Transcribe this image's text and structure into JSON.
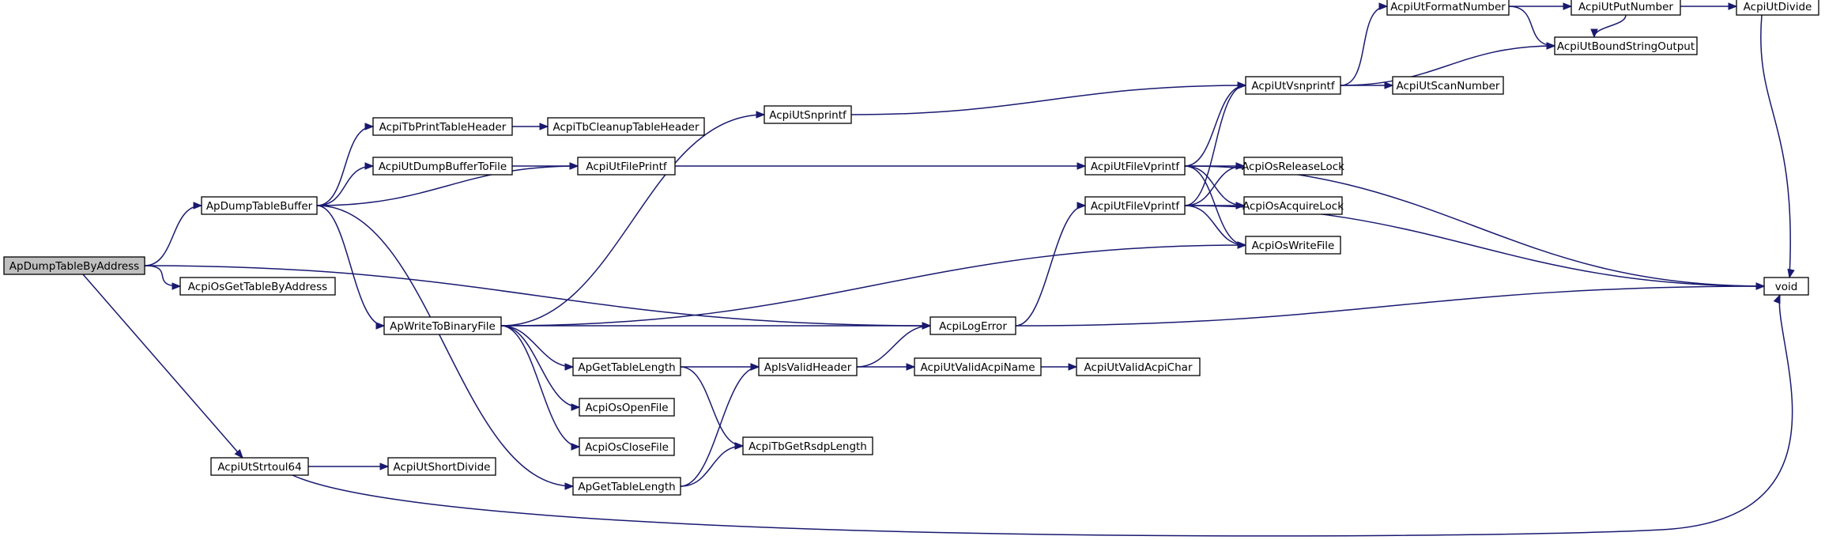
{
  "graph": {
    "edge_color": "#191970",
    "root_fill": "#bfbfbf",
    "nodes": [
      {
        "id": "root",
        "label": "ApDumpTableByAddress"
      },
      {
        "id": "dumpbuf",
        "label": "ApDumpTableBuffer"
      },
      {
        "id": "osgettbl",
        "label": "AcpiOsGetTableByAddress"
      },
      {
        "id": "strtoul",
        "label": "AcpiUtStrtoul64"
      },
      {
        "id": "printhdr",
        "label": "AcpiTbPrintTableHeader"
      },
      {
        "id": "dumpbuffile",
        "label": "AcpiUtDumpBufferToFile"
      },
      {
        "id": "tbcleanup",
        "label": "AcpiTbCleanupTableHeader"
      },
      {
        "id": "fileprintf",
        "label": "AcpiUtFilePrintf"
      },
      {
        "id": "writebin",
        "label": "ApWriteToBinaryFile"
      },
      {
        "id": "gettbllen1",
        "label": "ApGetTableLength"
      },
      {
        "id": "osopen",
        "label": "AcpiOsOpenFile"
      },
      {
        "id": "osclose",
        "label": "AcpiOsCloseFile"
      },
      {
        "id": "gettbllen2",
        "label": "ApGetTableLength"
      },
      {
        "id": "shortdiv",
        "label": "AcpiUtShortDivide"
      },
      {
        "id": "snprintf",
        "label": "AcpiUtSnprintf"
      },
      {
        "id": "isvalidhdr",
        "label": "ApIsValidHeader"
      },
      {
        "id": "rsdplen",
        "label": "AcpiTbGetRsdpLength"
      },
      {
        "id": "logerror",
        "label": "AcpiLogError"
      },
      {
        "id": "validname",
        "label": "AcpiUtValidAcpiName"
      },
      {
        "id": "validchar",
        "label": "AcpiUtValidAcpiChar"
      },
      {
        "id": "filevprintf1",
        "label": "AcpiUtFileVprintf"
      },
      {
        "id": "filevprintf2",
        "label": "AcpiUtFileVprintf"
      },
      {
        "id": "vsnprintf",
        "label": "AcpiUtVsnprintf"
      },
      {
        "id": "releaselock",
        "label": "AcpiOsReleaseLock"
      },
      {
        "id": "acquirelock",
        "label": "AcpiOsAcquireLock"
      },
      {
        "id": "writefile",
        "label": "AcpiOsWriteFile"
      },
      {
        "id": "fmtnum",
        "label": "AcpiUtFormatNumber"
      },
      {
        "id": "scannum",
        "label": "AcpiUtScanNumber"
      },
      {
        "id": "putnum",
        "label": "AcpiUtPutNumber"
      },
      {
        "id": "boundstr",
        "label": "AcpiUtBoundStringOutput"
      },
      {
        "id": "utdivide",
        "label": "AcpiUtDivide"
      },
      {
        "id": "void",
        "label": "void"
      }
    ],
    "edges": [
      [
        "root",
        "dumpbuf"
      ],
      [
        "root",
        "osgettbl"
      ],
      [
        "root",
        "strtoul"
      ],
      [
        "root",
        "logerror"
      ],
      [
        "dumpbuf",
        "printhdr"
      ],
      [
        "dumpbuf",
        "dumpbuffile"
      ],
      [
        "dumpbuf",
        "fileprintf"
      ],
      [
        "dumpbuf",
        "writebin"
      ],
      [
        "dumpbuf",
        "gettbllen2"
      ],
      [
        "printhdr",
        "tbcleanup"
      ],
      [
        "dumpbuffile",
        "fileprintf"
      ],
      [
        "fileprintf",
        "filevprintf1"
      ],
      [
        "writebin",
        "snprintf"
      ],
      [
        "writebin",
        "logerror"
      ],
      [
        "writebin",
        "gettbllen1"
      ],
      [
        "writebin",
        "osopen"
      ],
      [
        "writebin",
        "osclose"
      ],
      [
        "writebin",
        "writefile"
      ],
      [
        "gettbllen1",
        "isvalidhdr"
      ],
      [
        "gettbllen1",
        "rsdplen"
      ],
      [
        "gettbllen2",
        "isvalidhdr"
      ],
      [
        "gettbllen2",
        "rsdplen"
      ],
      [
        "strtoul",
        "shortdiv"
      ],
      [
        "strtoul",
        "void"
      ],
      [
        "snprintf",
        "vsnprintf"
      ],
      [
        "isvalidhdr",
        "logerror"
      ],
      [
        "isvalidhdr",
        "validname"
      ],
      [
        "validname",
        "validchar"
      ],
      [
        "logerror",
        "filevprintf2"
      ],
      [
        "logerror",
        "void"
      ],
      [
        "filevprintf1",
        "vsnprintf"
      ],
      [
        "filevprintf1",
        "releaselock"
      ],
      [
        "filevprintf1",
        "acquirelock"
      ],
      [
        "filevprintf1",
        "writefile"
      ],
      [
        "filevprintf1",
        "void"
      ],
      [
        "filevprintf2",
        "vsnprintf"
      ],
      [
        "filevprintf2",
        "releaselock"
      ],
      [
        "filevprintf2",
        "acquirelock"
      ],
      [
        "filevprintf2",
        "writefile"
      ],
      [
        "filevprintf2",
        "void"
      ],
      [
        "vsnprintf",
        "fmtnum"
      ],
      [
        "vsnprintf",
        "boundstr"
      ],
      [
        "vsnprintf",
        "scannum"
      ],
      [
        "fmtnum",
        "putnum"
      ],
      [
        "fmtnum",
        "boundstr"
      ],
      [
        "putnum",
        "utdivide"
      ],
      [
        "putnum",
        "boundstr"
      ],
      [
        "utdivide",
        "void"
      ]
    ]
  }
}
